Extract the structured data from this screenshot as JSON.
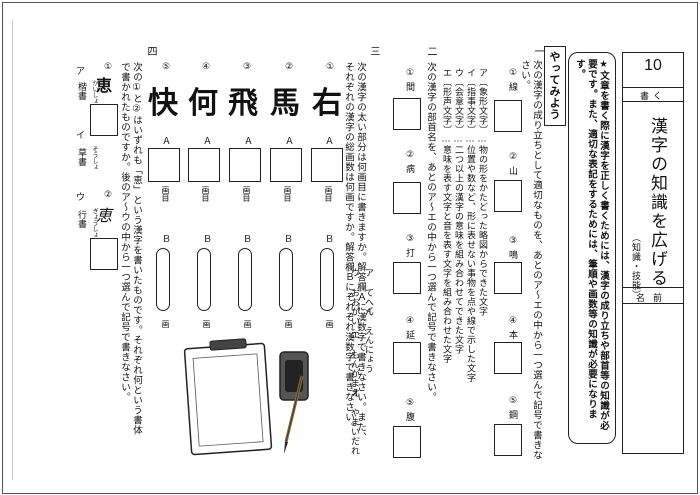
{
  "header": {
    "number": "10",
    "grade_prefix": "書く",
    "title": "漢字の知識を広げる",
    "subtitle": "（知識・技能）",
    "name_label": "名前"
  },
  "instruction": "★文章を書く際に漢字を正しく書くためには、漢字の成り立ちや部首等の知識が必要です。また、適切な表記をするためには、筆順や画数等の知識が必要になります。",
  "yattemiyou": "やってみよう",
  "section1": {
    "num": "一",
    "prompt": "次の漢字の成り立ちとして適切なものを、あとのア〜エの中から一つ選んで記号で書きなさい。",
    "items": [
      {
        "mark": "①",
        "kanji": "線"
      },
      {
        "mark": "②",
        "kanji": "山"
      },
      {
        "mark": "③",
        "kanji": "鳴"
      },
      {
        "mark": "④",
        "kanji": "本"
      },
      {
        "mark": "⑤",
        "kanji": "鋼"
      }
    ],
    "choices": [
      "ア〔象形文字〕…物の形をかたどった略図からできた文字",
      "イ〔指事文字〕…位置や数など、形に表せない事物を点や線で示した文字",
      "ウ〔会意文字〕…二つ以上の漢字の意味を組み合わせてできた文字",
      "エ〔形声文字〕…意味を表す文字と音を表す文字を組み合わせた文字"
    ]
  },
  "section2": {
    "num": "二",
    "prompt": "次の漢字の部首名を、あとのア〜エの中から一つ選んで記号で書きなさい。",
    "items": [
      {
        "mark": "①",
        "kanji": "間"
      },
      {
        "mark": "②",
        "kanji": "病"
      },
      {
        "mark": "③",
        "kanji": "打"
      },
      {
        "mark": "④",
        "kanji": "延"
      },
      {
        "mark": "⑤",
        "kanji": "腹"
      }
    ],
    "choices": [
      "ア てへん",
      "イ えんにょう",
      "ウ おおがい",
      "エ もんがまえ",
      "オ やまいだれ"
    ]
  },
  "section3": {
    "num": "三",
    "prompt": "次の漢字の太い部分は何画目に書きますか。解答欄Ａに漢数字で書きなさい。また、それぞれの漢字の総画数は何画ですか。解答欄Ｂにそれぞれ漢数字で書きなさい。",
    "items": [
      {
        "mark": "①",
        "kanji": "右"
      },
      {
        "mark": "②",
        "kanji": "馬"
      },
      {
        "mark": "③",
        "kanji": "飛"
      },
      {
        "mark": "④",
        "kanji": "何"
      },
      {
        "mark": "⑤",
        "kanji": "快"
      }
    ],
    "label_a": "Ａ",
    "label_b": "Ｂ",
    "kakume": "画目",
    "kaku": "画"
  },
  "section4": {
    "num": "四",
    "prompt": "次の①と②はいずれも「恵」という漢字を書いたものです。それぞれ何という書体で書かれたものですか。後のア〜ウの中から一つ選んで記号で書きなさい。",
    "items": [
      {
        "mark": "①",
        "kanji": "恵"
      },
      {
        "mark": "②",
        "kanji": "恵"
      }
    ],
    "choices": [
      {
        "label": "ア",
        "ruby": "かいしょ",
        "text": "楷書"
      },
      {
        "label": "イ",
        "ruby": "そうしょ",
        "text": "草書"
      },
      {
        "label": "ウ",
        "ruby": "ぎょうしょ",
        "text": "行書"
      }
    ]
  }
}
